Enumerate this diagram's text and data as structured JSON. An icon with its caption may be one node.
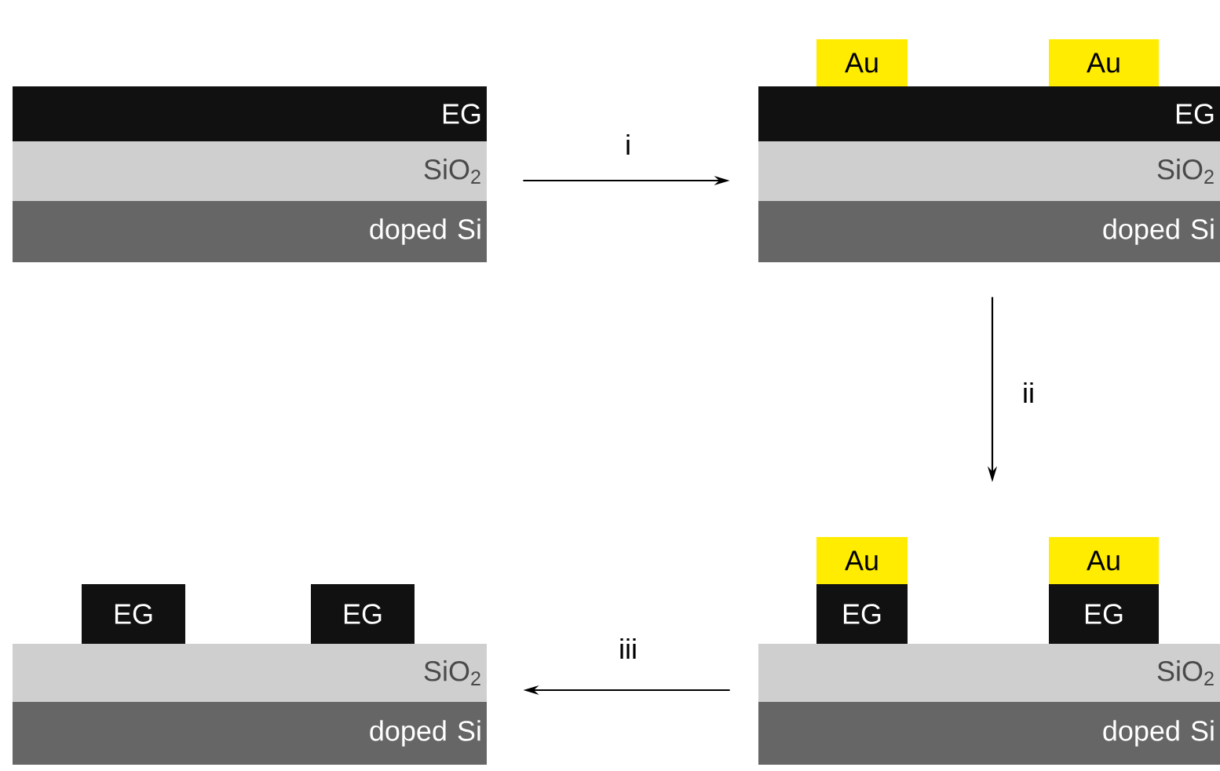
{
  "diagram": {
    "nodes": [
      {
        "text": [
          "EG"
        ]
      },
      {
        "text": [
          "SiO$_{2}$"
        ]
      },
      {
        "text": [
          "doped Si"
        ]
      },
      {
        "text": [
          "Au"
        ]
      },
      {
        "text": [
          "Au"
        ]
      },
      {
        "text": [
          "EG"
        ]
      },
      {
        "text": [
          "SiO$_{2}$"
        ]
      },
      {
        "text": [
          "doped Si"
        ]
      },
      {
        "text": [
          "EG"
        ]
      },
      {
        "text": [
          "EG"
        ]
      },
      {
        "text": [
          "SiO$_{2}$"
        ]
      },
      {
        "text": [
          "doped Si"
        ]
      },
      {
        "text": [
          "Au"
        ]
      },
      {
        "text": [
          "Au"
        ]
      },
      {
        "text": [
          "EG"
        ]
      },
      {
        "text": [
          "EG"
        ]
      },
      {
        "text": [
          "SiO$_{2}$"
        ]
      },
      {
        "text": [
          "doped Si"
        ]
      }
    ],
    "edges": [
      {
        "from": 1,
        "to": 6,
        "arrow": "to",
        "label": "i"
      },
      {
        "from": 7,
        "to": null,
        "arrow": "to",
        "label": "ii"
      },
      {
        "from": 16,
        "to": 10,
        "arrow": "to",
        "label": "iii"
      }
    ]
  }
}
